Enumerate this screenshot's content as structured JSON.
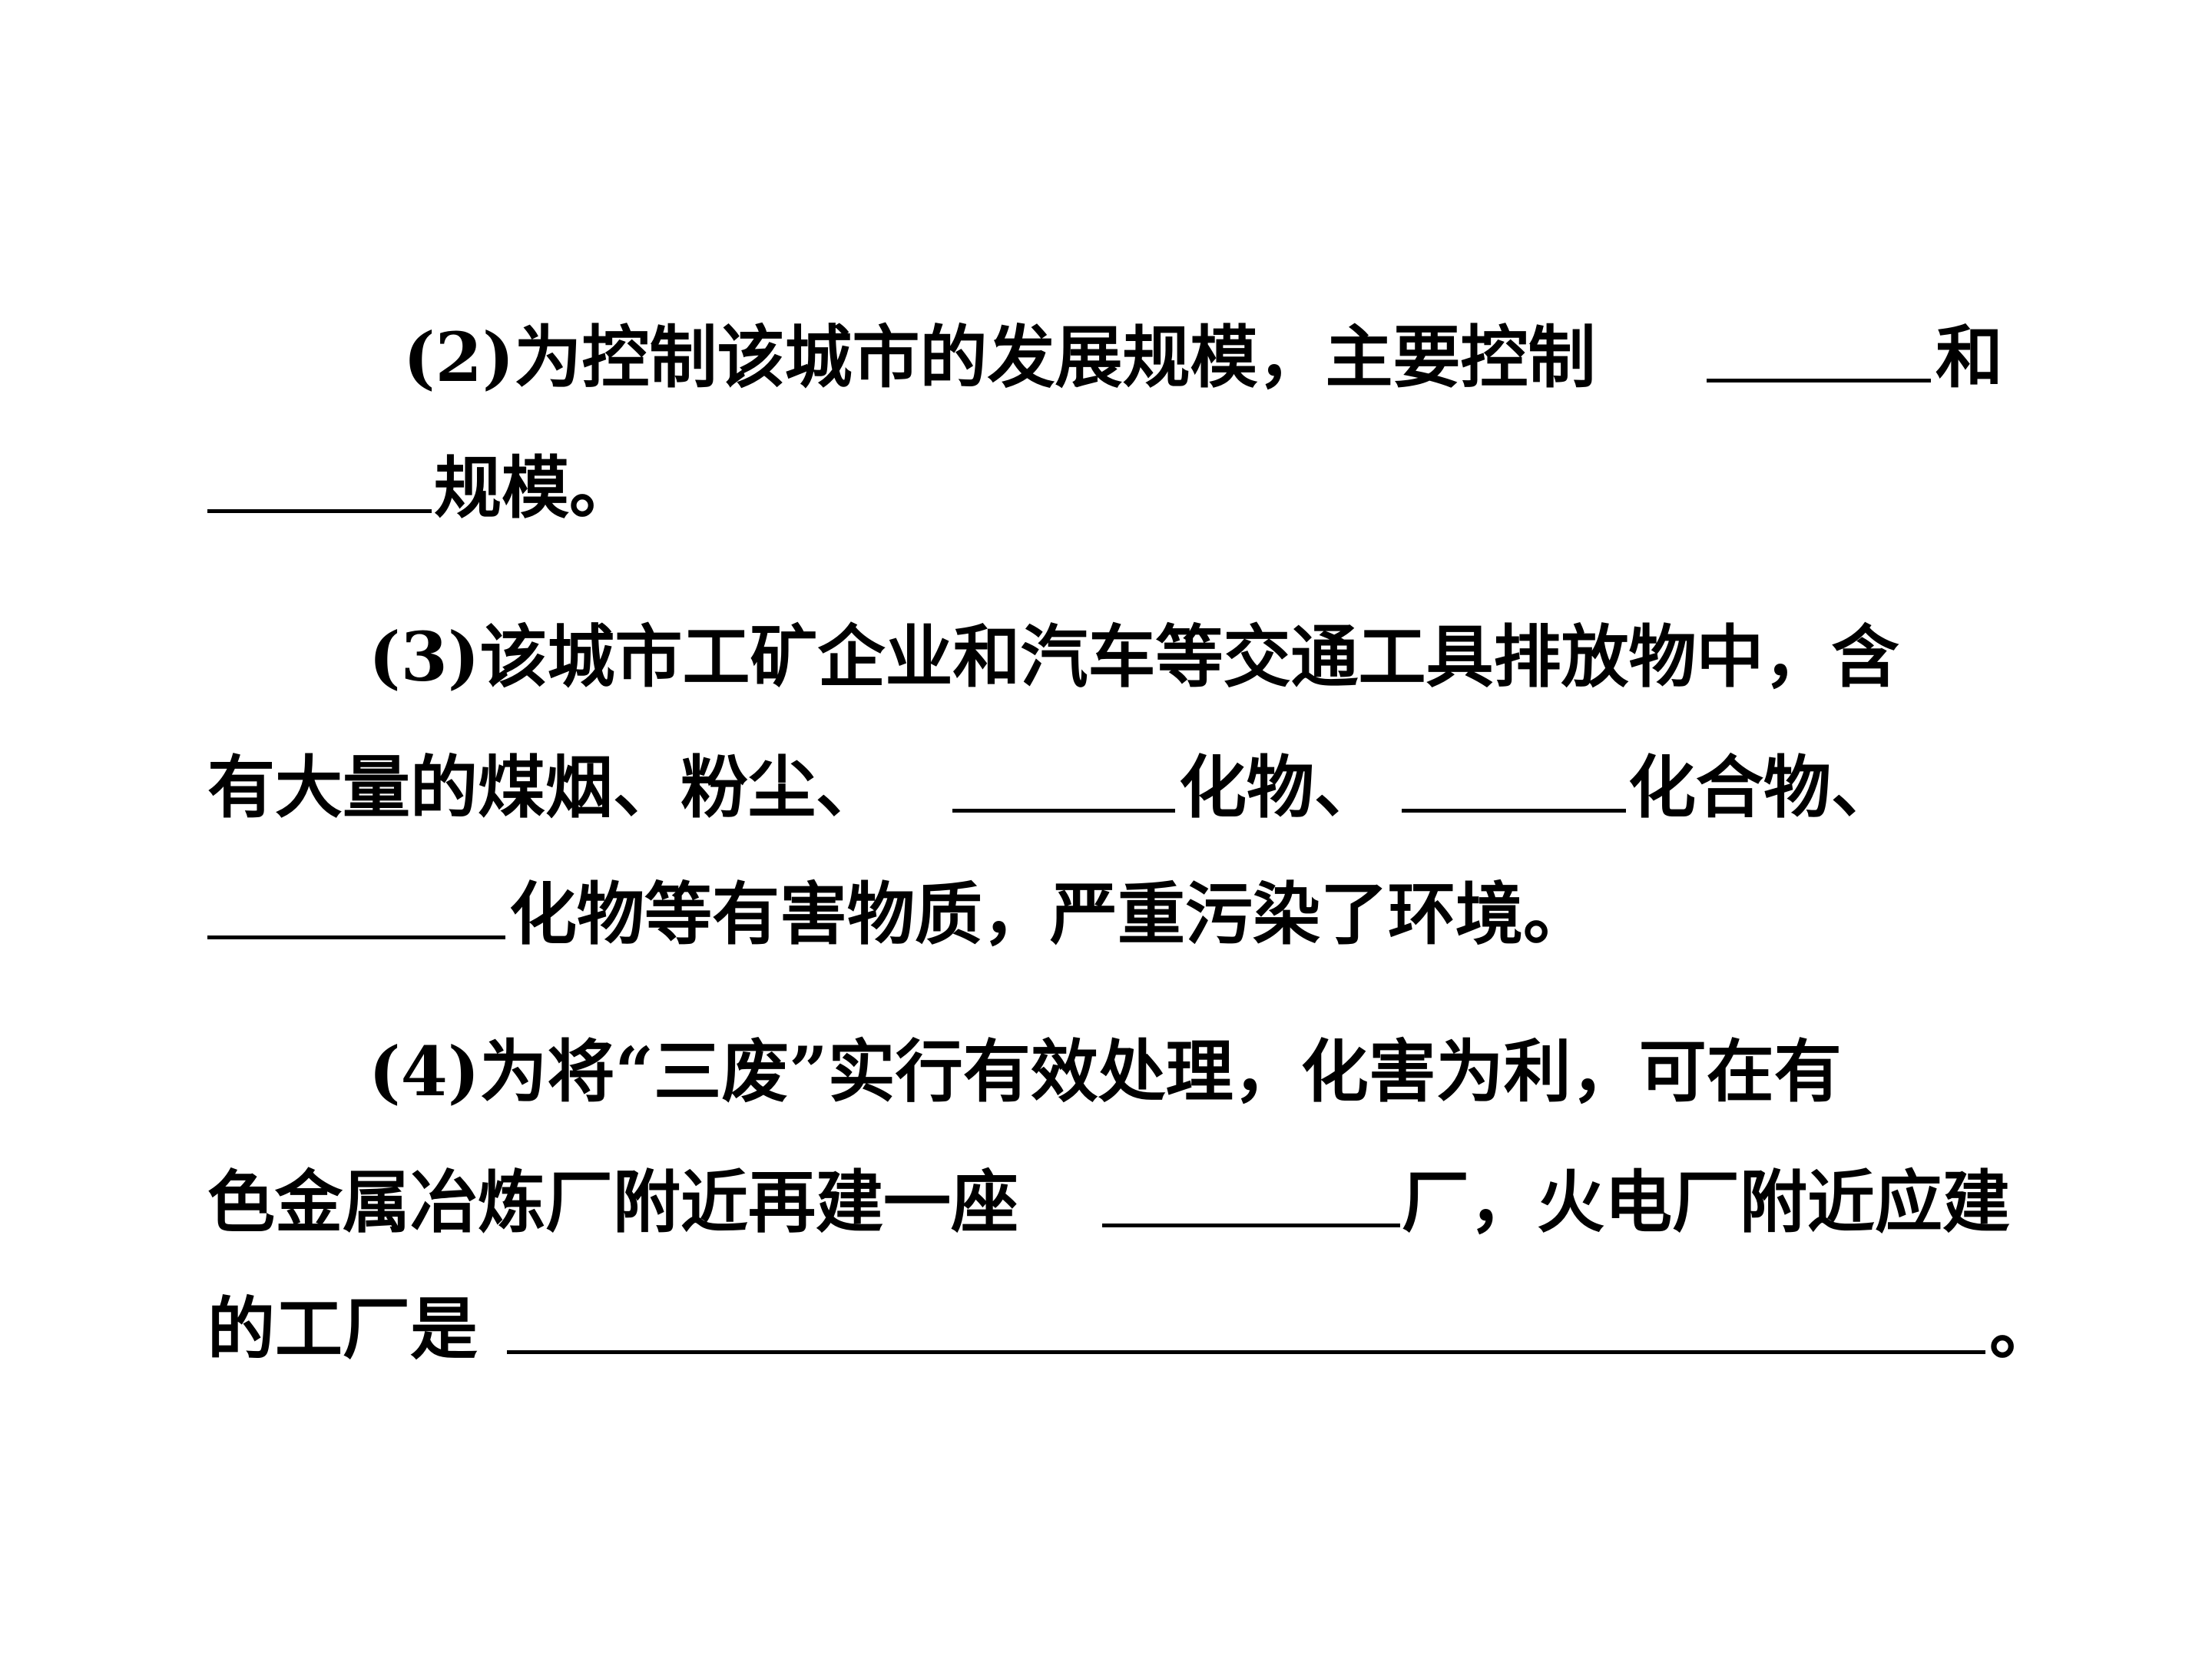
{
  "questions": {
    "q2": {
      "line1_text": "(2)为控制该城市的发展规模，主要控制",
      "line1_tail": "和",
      "line2_tail": "规模。"
    },
    "q3": {
      "line1_text": "(3)该城市工矿企业和汽车等交通工具排放物中，含",
      "line2_a": "有大量的煤烟、粉尘、",
      "line2_b": "化物、",
      "line2_c": "化合物、",
      "line3_tail": "化物等有害物质，严重污染了环境。"
    },
    "q4": {
      "line1_text": "(4)为将“三废”实行有效处理，化害为利，可在有",
      "line2_a": "色金属冶炼厂附近再建一座",
      "line2_b": "厂，火电厂附近应建",
      "line3_a": "的工厂是",
      "line3_b": "。"
    }
  }
}
